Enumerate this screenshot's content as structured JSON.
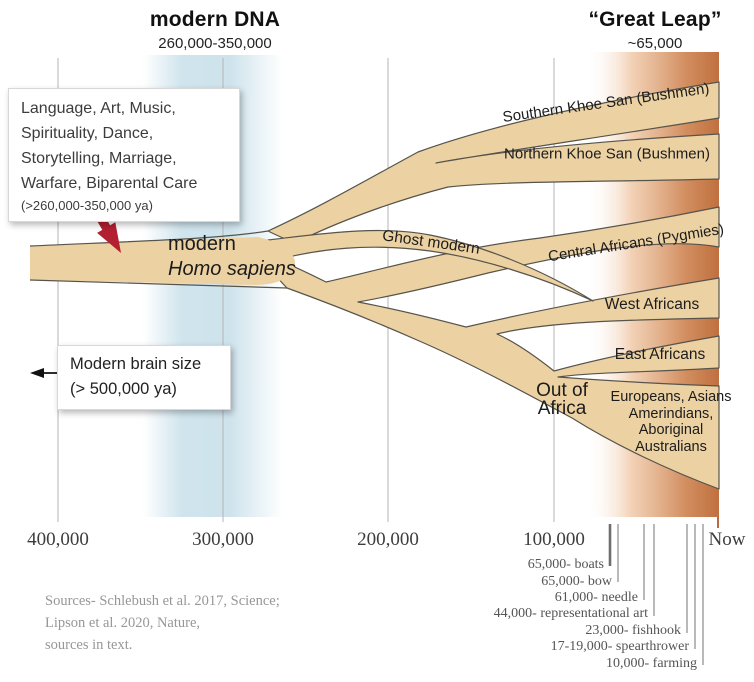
{
  "titles": {
    "modern_dna": {
      "label": "modern DNA",
      "range": "260,000-350,000"
    },
    "great_leap": {
      "label": "“Great Leap”",
      "range": "~65,000"
    }
  },
  "annotations": {
    "culture_box": {
      "lines": [
        "Language, Art, Music,",
        "Spirituality, Dance,",
        "Storytelling, Marriage,",
        "Warfare, Biparental Care"
      ],
      "note": "(>260,000-350,000 ya)"
    },
    "brain_box": {
      "line1": "Modern brain size",
      "line2": "(> 500,000 ya)"
    }
  },
  "tree": {
    "root_label": {
      "line1": "modern",
      "line2": "Homo sapiens"
    },
    "branches": [
      {
        "id": "southern-khoe-san",
        "label": "Southern Khoe San (Bushmen)"
      },
      {
        "id": "northern-khoe-san",
        "label": "Northern Khoe San (Bushmen)"
      },
      {
        "id": "ghost-modern",
        "label": "Ghost modern"
      },
      {
        "id": "central-africans",
        "label": "Central Africans (Pygmies)"
      },
      {
        "id": "west-africans",
        "label": "West Africans"
      },
      {
        "id": "east-africans",
        "label": "East Africans"
      },
      {
        "id": "out-of-africa",
        "line1": "Out of",
        "line2": "Africa"
      },
      {
        "id": "out-of-africa-peoples",
        "lines": [
          "Europeans, Asians",
          "Amerindians,",
          "Aboriginal",
          "Australians"
        ]
      }
    ]
  },
  "axis": {
    "ticks": [
      "400,000",
      "300,000",
      "200,000",
      "100,000",
      "Now"
    ]
  },
  "timeline_events": [
    {
      "label": "65,000- boats"
    },
    {
      "label": "65,000- bow"
    },
    {
      "label": "61,000- needle"
    },
    {
      "label": "44,000- representational art"
    },
    {
      "label": "23,000- fishhook"
    },
    {
      "label": "17-19,000- spearthrower"
    },
    {
      "label": "10,000- farming"
    }
  ],
  "sources": {
    "lines": [
      "Sources- Schlebush et al. 2017, Science;",
      "Lipson et al. 2020, Nature,",
      "sources in text."
    ]
  },
  "colors": {
    "branch_fill": "#ecd2a2",
    "branch_outline": "#57544c",
    "arrow_red": "#b22031",
    "blue_band": "#cde2eb",
    "orange_band_dark": "#c0703f",
    "gridline": "#b5b5b5"
  }
}
